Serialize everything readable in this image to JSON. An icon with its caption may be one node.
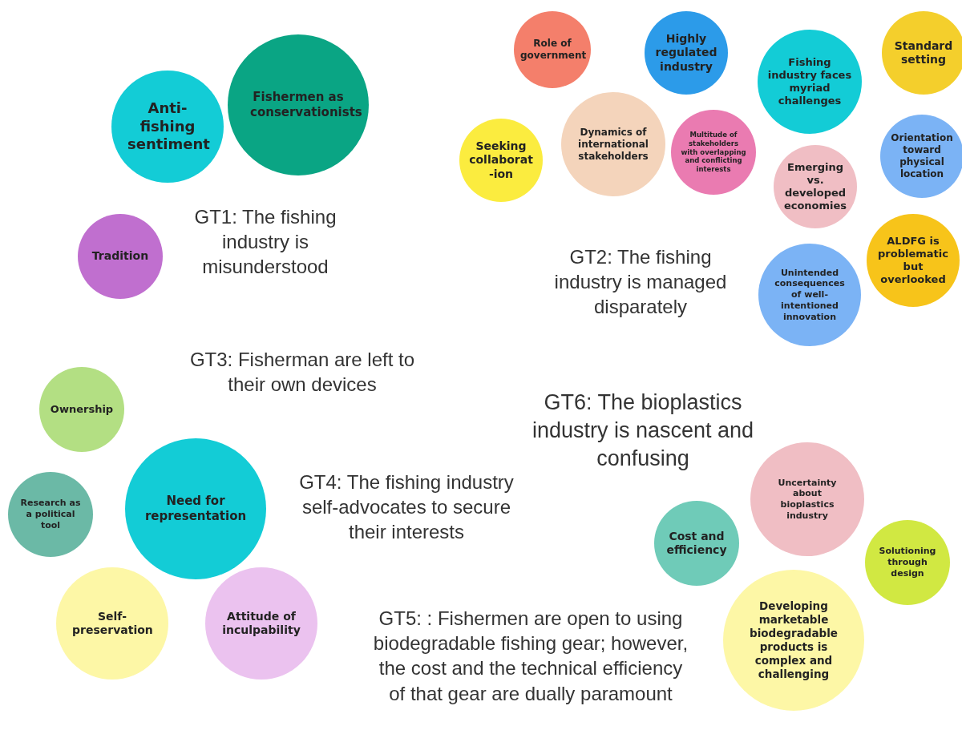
{
  "diagram": {
    "nodes": [
      {
        "text": [
          "Fishermen as conservationists"
        ]
      },
      {
        "text": [
          "Anti-fishing sentiment"
        ]
      },
      {
        "text": [
          "Tradition"
        ]
      },
      {
        "text": [
          "Role of government"
        ]
      },
      {
        "text": [
          "Highly regulated industry"
        ]
      },
      {
        "text": [
          "Standard setting"
        ]
      },
      {
        "text": [
          "Fishing industry faces myriad challenges"
        ]
      },
      {
        "text": [
          "Seeking collaborat -ion"
        ]
      },
      {
        "text": [
          "Dynamics of international stakeholders"
        ]
      },
      {
        "text": [
          "Multitude of stakeholders with overlapping and conflicting interests"
        ]
      },
      {
        "text": [
          "Orientation toward physical location"
        ]
      },
      {
        "text": [
          "Emerging vs. developed economies"
        ]
      },
      {
        "text": [
          "ALDFG is problematic but overlooked"
        ]
      },
      {
        "text": [
          "Unintended consequences of well-intentioned innovation"
        ]
      },
      {
        "text": [
          "Ownership"
        ]
      },
      {
        "text": [
          "Need for representation"
        ]
      },
      {
        "text": [
          "Research as a political tool"
        ]
      },
      {
        "text": [
          "Uncertainty about bioplastics industry"
        ]
      },
      {
        "text": [
          "Cost and efficiency"
        ]
      },
      {
        "text": [
          "Solutioning through design"
        ]
      },
      {
        "text": [
          "Self-preservation"
        ]
      },
      {
        "text": [
          "Attitude of inculpability"
        ]
      },
      {
        "text": [
          "Developing marketable biodegradable products is complex and challenging"
        ]
      }
    ],
    "labels": [
      "GT1: The fishing industry is misunderstood",
      "GT2: The fishing industry is managed disparately",
      "GT3: Fisherman are left to their own devices",
      "GT6: The bioplastics industry is nascent and confusing",
      "GT4: The fishing industry self-advocates to secure their interests",
      "GT5: : Fishermen are open to using biodegradable fishing gear; however, the cost and the technical efficiency of that gear are dually paramount"
    ]
  }
}
